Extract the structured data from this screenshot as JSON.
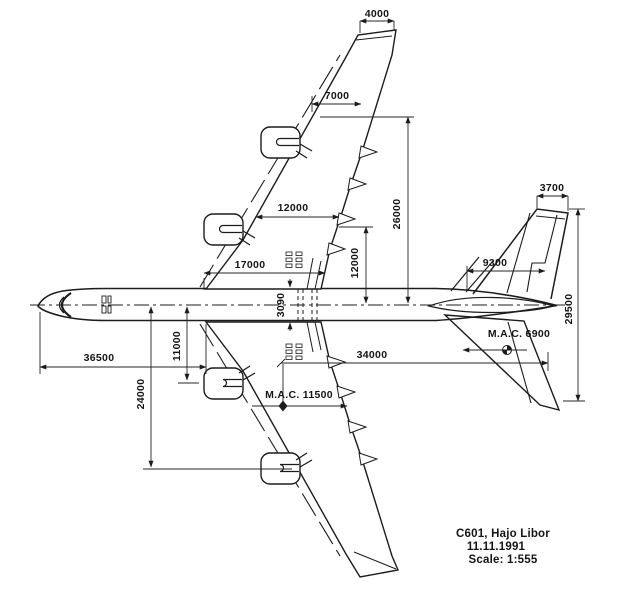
{
  "drawing": {
    "colors": {
      "ink": "#1c1c1c",
      "paper": "#ffffff"
    },
    "dims": {
      "winglet_chord": "4000",
      "tip_chord": "7000",
      "outer_chord": "12000",
      "root_chord": "17000",
      "outer_span": "26000",
      "inner_span": "12000",
      "fuselage_width": "3090",
      "forebody_length": "36500",
      "inner_engine": "11000",
      "outer_engine": "24000",
      "tail_arm": "34000",
      "wing_mac": "M.A.C. 11500",
      "fin_tip_chord": "3700",
      "fin_root_chord": "9300",
      "tail_height": "29500",
      "stab_mac": "M.A.C. 6900"
    },
    "title_block": {
      "line1": "C601, Hajo Libor",
      "line2": "11.11.1991",
      "line3": "Scale: 1:555"
    }
  }
}
